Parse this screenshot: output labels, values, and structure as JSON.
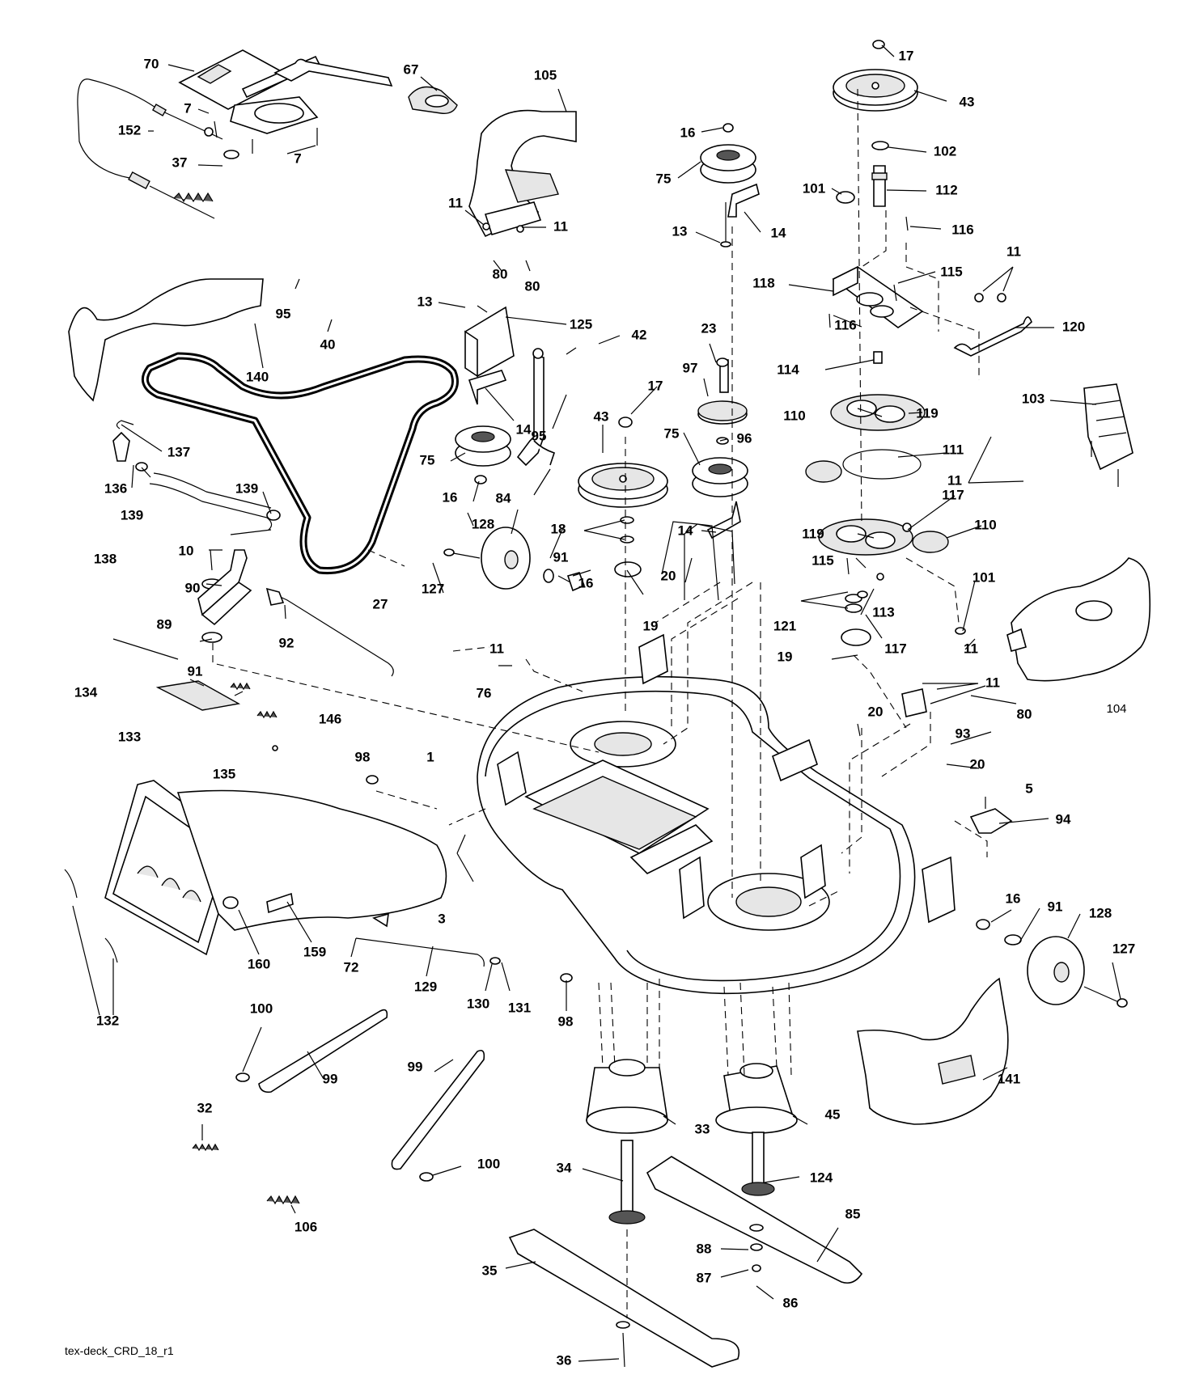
{
  "caption": "tex-deck_CRD_18_r1",
  "labels": [
    "70",
    "67",
    "105",
    "17",
    "43",
    "16",
    "102",
    "7",
    "7",
    "152",
    "37",
    "75",
    "101",
    "112",
    "11",
    "11",
    "14",
    "13",
    "116",
    "11",
    "80",
    "80",
    "95",
    "40",
    "118",
    "115",
    "140",
    "13",
    "125",
    "42",
    "116",
    "120",
    "23",
    "114",
    "103",
    "97",
    "17",
    "14",
    "95",
    "110",
    "119",
    "96",
    "43",
    "75",
    "137",
    "111",
    "11",
    "136",
    "139",
    "75",
    "16",
    "84",
    "117",
    "139",
    "18",
    "110",
    "14",
    "138",
    "128",
    "119",
    "10",
    "91",
    "16",
    "115",
    "20",
    "127",
    "27",
    "90",
    "101",
    "19",
    "113",
    "89",
    "92",
    "121",
    "117",
    "11",
    "91",
    "19",
    "11",
    "11",
    "134",
    "76",
    "80",
    "104",
    "146",
    "133",
    "20",
    "93",
    "135",
    "98",
    "1",
    "20",
    "5",
    "94",
    "3",
    "16",
    "91",
    "128",
    "127",
    "160",
    "159",
    "72",
    "129",
    "130",
    "131",
    "98",
    "132",
    "100",
    "99",
    "141",
    "32",
    "99",
    "33",
    "45",
    "34",
    "124",
    "100",
    "106",
    "85",
    "35",
    "88",
    "87",
    "86",
    "36"
  ]
}
